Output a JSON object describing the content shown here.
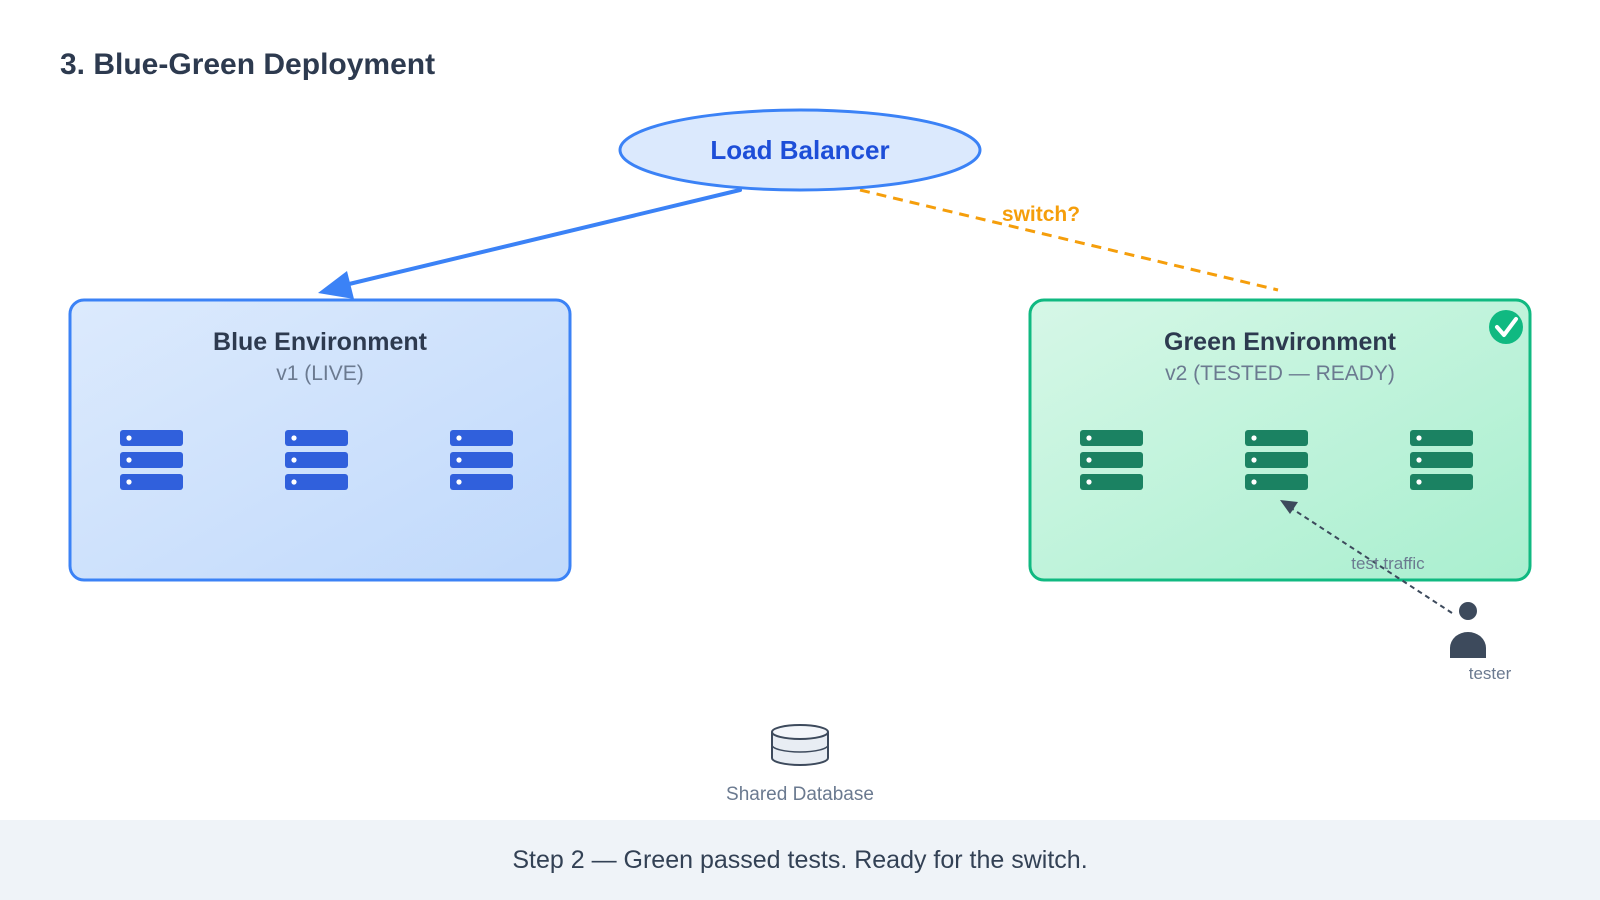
{
  "title": "3. Blue-Green Deployment",
  "load_balancer": {
    "label": "Load Balancer"
  },
  "switch_label": "switch?",
  "blue_env": {
    "title": "Blue Environment",
    "subtitle": "v1 (LIVE)"
  },
  "green_env": {
    "title": "Green Environment",
    "subtitle": "v2 (TESTED — READY)"
  },
  "test_traffic_label": "test traffic",
  "tester_label": "tester",
  "database_label": "Shared Database",
  "caption": "Step 2 — Green passed tests. Ready for the switch.",
  "colors": {
    "blue_accent": "#3b82f6",
    "blue_server": "#3060dc",
    "green_accent": "#10b981",
    "green_server": "#1b8262",
    "switch_orange": "#f59e0b",
    "text_dark": "#2d3a4f",
    "text_muted": "#6b7a90"
  }
}
